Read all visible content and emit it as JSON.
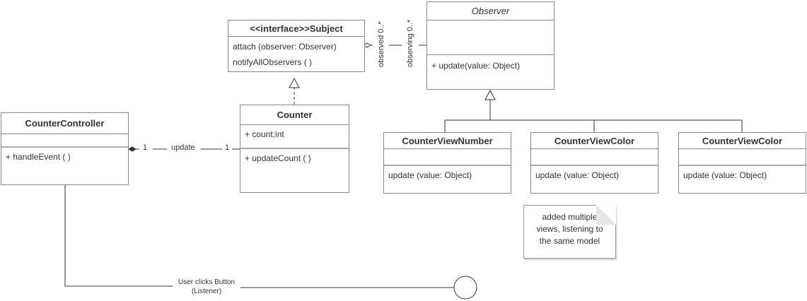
{
  "classes": {
    "subject": {
      "name": "<<interface>>Subject",
      "methods": [
        "attach (observer: Observer)",
        "notifyAllObservers ( )"
      ]
    },
    "observer": {
      "name": "Observer",
      "methods": [
        "+ update(value: Object)"
      ]
    },
    "counter": {
      "name": "Counter",
      "attributes": [
        "+ count:int"
      ],
      "methods": [
        "+ updateCount ( )"
      ]
    },
    "counter_controller": {
      "name": "CounterController",
      "methods": [
        "+ handleEvent ( )"
      ]
    },
    "view_number": {
      "name": "CounterViewNumber",
      "methods": [
        "update (value: Object)"
      ]
    },
    "view_color_1": {
      "name": "CounterViewColor",
      "methods": [
        "update (value: Object)"
      ]
    },
    "view_color_2": {
      "name": "CounterViewColor",
      "methods": [
        "update (value: Object)"
      ]
    }
  },
  "associations": {
    "observed": "observed 0..*",
    "observing": "observing 0..*",
    "update_label": "update",
    "mult_left": "1",
    "mult_right": "1",
    "user_action": "User clicks Button",
    "user_action_sub": "(Listener)"
  },
  "note": {
    "lines": [
      "added multiple",
      "views, listening to",
      "the same model"
    ]
  },
  "colors": {
    "line": "#333333",
    "border": "#888888"
  }
}
